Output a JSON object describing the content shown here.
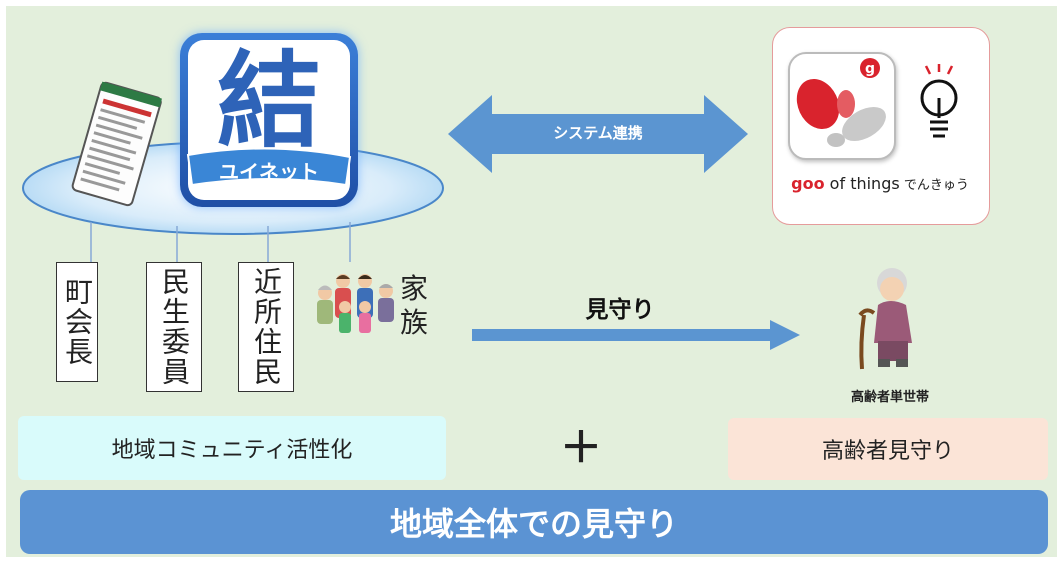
{
  "app_icon": {
    "kanji": "結",
    "ribbon_text": "ユイネット"
  },
  "link": {
    "label": "システム連携"
  },
  "goo_card": {
    "brand": "goo",
    "of_things": " of things",
    "product": " でんきゅう"
  },
  "members": [
    {
      "text": "町会長"
    },
    {
      "text": "民生委員"
    },
    {
      "text": "近所住民"
    },
    {
      "text": "家族"
    }
  ],
  "watch_arrow": {
    "label": "見守り"
  },
  "elder": {
    "label": "高齢者単世帯"
  },
  "community_banner": {
    "text": "地域コミュニティ活性化"
  },
  "plus": "＋",
  "elder_banner": {
    "text": "高齢者見守り"
  },
  "bottom_banner": {
    "text": "地域全体での見守り"
  },
  "colors": {
    "panel": "#e3efdc",
    "arrow": "#5b95d1",
    "community_bg": "#d9fbfb",
    "elder_bg": "#fbe4d7",
    "bottom_bar": "#5b93d3",
    "goo_red": "#d9232d",
    "icon_blue": "#2e63b8"
  }
}
